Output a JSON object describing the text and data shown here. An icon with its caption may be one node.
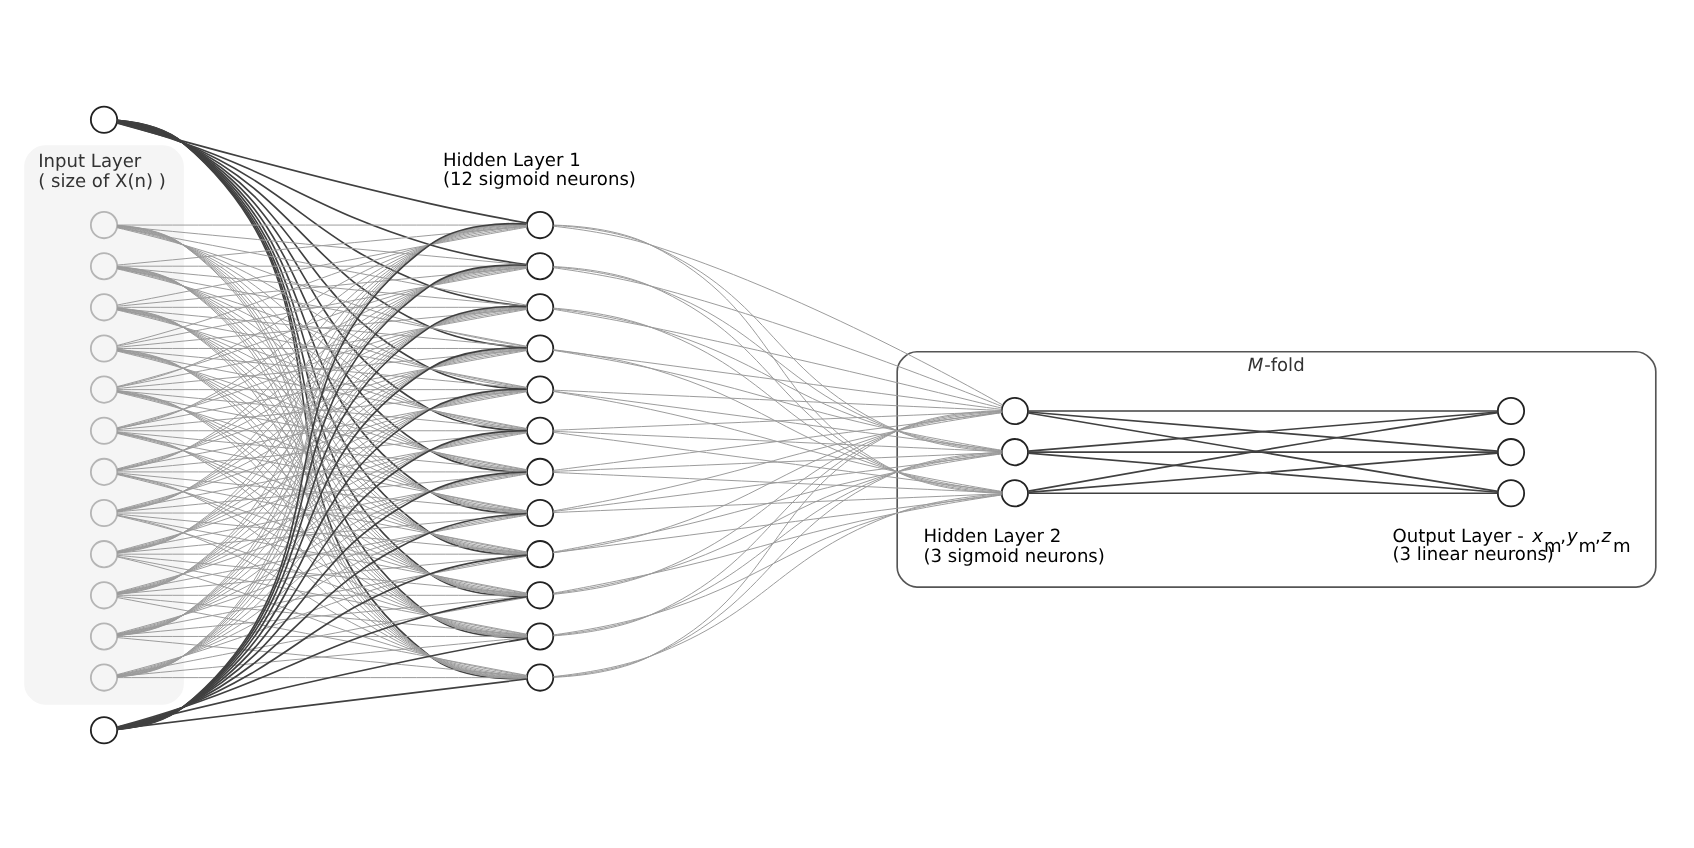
{
  "diagram": {
    "nodes": [
      {
        "text": [],
        "shape": "circle"
      },
      {
        "text": [
          "Input Layer ( size of X(n) )"
        ]
      },
      {
        "text": [],
        "shape": "circle",
        "in": 1
      },
      {
        "text": [],
        "shape": "circle",
        "in": 1
      },
      {
        "text": [],
        "shape": "circle",
        "in": 1
      },
      {
        "text": [],
        "shape": "circle",
        "in": 1
      },
      {
        "text": [],
        "shape": "circle",
        "in": 1
      },
      {
        "text": [],
        "shape": "circle",
        "in": 1
      },
      {
        "text": [],
        "shape": "circle",
        "in": 1
      },
      {
        "text": [],
        "shape": "circle",
        "in": 1
      },
      {
        "text": [],
        "shape": "circle",
        "in": 1
      },
      {
        "text": [],
        "shape": "circle",
        "in": 1
      },
      {
        "text": [],
        "shape": "circle",
        "in": 1
      },
      {
        "text": [],
        "shape": "circle",
        "in": 1
      },
      {
        "text": [],
        "shape": "circle"
      },
      {
        "text": [],
        "shape": "circle"
      },
      {
        "text": [],
        "shape": "circle"
      },
      {
        "text": [],
        "shape": "circle"
      },
      {
        "text": [],
        "shape": "circle"
      },
      {
        "text": [],
        "shape": "circle"
      },
      {
        "text": [],
        "shape": "circle"
      },
      {
        "text": [],
        "shape": "circle"
      },
      {
        "text": [],
        "shape": "circle"
      },
      {
        "text": [],
        "shape": "circle"
      },
      {
        "text": [],
        "shape": "circle"
      },
      {
        "text": [],
        "shape": "circle"
      },
      {
        "text": [],
        "shape": "circle"
      },
      {
        "text": [
          "*M*-fold"
        ]
      },
      {
        "text": [],
        "shape": "circle",
        "in": 27
      },
      {
        "text": [],
        "shape": "circle",
        "in": 27
      },
      {
        "text": [],
        "shape": "circle",
        "in": 27
      },
      {
        "text": [],
        "shape": "circle",
        "in": 27
      },
      {
        "text": [],
        "shape": "circle",
        "in": 27
      },
      {
        "text": [],
        "shape": "circle",
        "in": 27
      }
    ],
    "edges": [
      {
        "from": 0,
        "to": 15,
        "arrow": "none",
        "color": "#404040"
      },
      {
        "from": 0,
        "to": 16,
        "arrow": "none",
        "color": "#404040"
      },
      {
        "from": 0,
        "to": 17,
        "arrow": "none",
        "color": "#404040"
      },
      {
        "from": 0,
        "to": 18,
        "arrow": "none",
        "color": "#404040"
      },
      {
        "from": 0,
        "to": 19,
        "arrow": "none",
        "color": "#404040"
      },
      {
        "from": 0,
        "to": 20,
        "arrow": "none",
        "color": "#404040"
      },
      {
        "from": 0,
        "to": 21,
        "arrow": "none",
        "color": "#404040"
      },
      {
        "from": 0,
        "to": 22,
        "arrow": "none",
        "color": "#404040"
      },
      {
        "from": 0,
        "to": 23,
        "arrow": "none",
        "color": "#404040"
      },
      {
        "from": 0,
        "to": 24,
        "arrow": "none",
        "color": "#404040"
      },
      {
        "from": 0,
        "to": 25,
        "arrow": "none",
        "color": "#404040"
      },
      {
        "from": 0,
        "to": 26,
        "arrow": "none",
        "color": "#404040"
      },
      {
        "from": 2,
        "to": 15,
        "arrow": "none"
      },
      {
        "from": 2,
        "to": 16,
        "arrow": "none"
      },
      {
        "from": 2,
        "to": 17,
        "arrow": "none"
      },
      {
        "from": 2,
        "to": 18,
        "arrow": "none"
      },
      {
        "from": 2,
        "to": 19,
        "arrow": "none"
      },
      {
        "from": 2,
        "to": 20,
        "arrow": "none"
      },
      {
        "from": 2,
        "to": 21,
        "arrow": "none"
      },
      {
        "from": 2,
        "to": 22,
        "arrow": "none"
      },
      {
        "from": 2,
        "to": 23,
        "arrow": "none"
      },
      {
        "from": 2,
        "to": 24,
        "arrow": "none"
      },
      {
        "from": 2,
        "to": 25,
        "arrow": "none"
      },
      {
        "from": 2,
        "to": 26,
        "arrow": "none"
      },
      {
        "from": 3,
        "to": 15,
        "arrow": "none"
      },
      {
        "from": 3,
        "to": 16,
        "arrow": "none"
      },
      {
        "from": 3,
        "to": 17,
        "arrow": "none"
      },
      {
        "from": 3,
        "to": 18,
        "arrow": "none"
      },
      {
        "from": 3,
        "to": 19,
        "arrow": "none"
      },
      {
        "from": 3,
        "to": 20,
        "arrow": "none"
      },
      {
        "from": 3,
        "to": 21,
        "arrow": "none"
      },
      {
        "from": 3,
        "to": 22,
        "arrow": "none"
      },
      {
        "from": 3,
        "to": 23,
        "arrow": "none"
      },
      {
        "from": 3,
        "to": 24,
        "arrow": "none"
      },
      {
        "from": 3,
        "to": 25,
        "arrow": "none"
      },
      {
        "from": 3,
        "to": 26,
        "arrow": "none"
      },
      {
        "from": 4,
        "to": 15,
        "arrow": "none"
      },
      {
        "from": 4,
        "to": 16,
        "arrow": "none"
      },
      {
        "from": 4,
        "to": 17,
        "arrow": "none"
      },
      {
        "from": 4,
        "to": 18,
        "arrow": "none"
      },
      {
        "from": 4,
        "to": 19,
        "arrow": "none"
      },
      {
        "from": 4,
        "to": 20,
        "arrow": "none"
      },
      {
        "from": 4,
        "to": 21,
        "arrow": "none"
      },
      {
        "from": 4,
        "to": 22,
        "arrow": "none"
      },
      {
        "from": 4,
        "to": 23,
        "arrow": "none"
      },
      {
        "from": 4,
        "to": 24,
        "arrow": "none"
      },
      {
        "from": 4,
        "to": 25,
        "arrow": "none"
      },
      {
        "from": 4,
        "to": 26,
        "arrow": "none"
      },
      {
        "from": 5,
        "to": 15,
        "arrow": "none"
      },
      {
        "from": 5,
        "to": 16,
        "arrow": "none"
      },
      {
        "from": 5,
        "to": 17,
        "arrow": "none"
      },
      {
        "from": 5,
        "to": 18,
        "arrow": "none"
      },
      {
        "from": 5,
        "to": 19,
        "arrow": "none"
      },
      {
        "from": 5,
        "to": 20,
        "arrow": "none"
      },
      {
        "from": 5,
        "to": 21,
        "arrow": "none"
      },
      {
        "from": 5,
        "to": 22,
        "arrow": "none"
      },
      {
        "from": 5,
        "to": 23,
        "arrow": "none"
      },
      {
        "from": 5,
        "to": 24,
        "arrow": "none"
      },
      {
        "from": 5,
        "to": 25,
        "arrow": "none"
      },
      {
        "from": 5,
        "to": 26,
        "arrow": "none"
      },
      {
        "from": 6,
        "to": 15,
        "arrow": "none"
      },
      {
        "from": 6,
        "to": 16,
        "arrow": "none"
      },
      {
        "from": 6,
        "to": 17,
        "arrow": "none"
      },
      {
        "from": 6,
        "to": 18,
        "arrow": "none"
      },
      {
        "from": 6,
        "to": 19,
        "arrow": "none"
      },
      {
        "from": 6,
        "to": 20,
        "arrow": "none"
      },
      {
        "from": 6,
        "to": 21,
        "arrow": "none"
      },
      {
        "from": 6,
        "to": 22,
        "arrow": "none"
      },
      {
        "from": 6,
        "to": 23,
        "arrow": "none"
      },
      {
        "from": 6,
        "to": 24,
        "arrow": "none"
      },
      {
        "from": 6,
        "to": 25,
        "arrow": "none"
      },
      {
        "from": 6,
        "to": 26,
        "arrow": "none"
      },
      {
        "from": 7,
        "to": 15,
        "arrow": "none"
      },
      {
        "from": 7,
        "to": 16,
        "arrow": "none"
      },
      {
        "from": 7,
        "to": 17,
        "arrow": "none"
      },
      {
        "from": 7,
        "to": 18,
        "arrow": "none"
      },
      {
        "from": 7,
        "to": 19,
        "arrow": "none"
      },
      {
        "from": 7,
        "to": 20,
        "arrow": "none"
      },
      {
        "from": 7,
        "to": 21,
        "arrow": "none"
      },
      {
        "from": 7,
        "to": 22,
        "arrow": "none"
      },
      {
        "from": 7,
        "to": 23,
        "arrow": "none"
      },
      {
        "from": 7,
        "to": 24,
        "arrow": "none"
      },
      {
        "from": 7,
        "to": 25,
        "arrow": "none"
      },
      {
        "from": 7,
        "to": 26,
        "arrow": "none"
      },
      {
        "from": 8,
        "to": 15,
        "arrow": "none"
      },
      {
        "from": 8,
        "to": 16,
        "arrow": "none"
      },
      {
        "from": 8,
        "to": 17,
        "arrow": "none"
      },
      {
        "from": 8,
        "to": 18,
        "arrow": "none"
      },
      {
        "from": 8,
        "to": 19,
        "arrow": "none"
      },
      {
        "from": 8,
        "to": 20,
        "arrow": "none"
      },
      {
        "from": 8,
        "to": 21,
        "arrow": "none"
      },
      {
        "from": 8,
        "to": 22,
        "arrow": "none"
      },
      {
        "from": 8,
        "to": 23,
        "arrow": "none"
      },
      {
        "from": 8,
        "to": 24,
        "arrow": "none"
      },
      {
        "from": 8,
        "to": 25,
        "arrow": "none"
      },
      {
        "from": 8,
        "to": 26,
        "arrow": "none"
      },
      {
        "from": 9,
        "to": 15,
        "arrow": "none"
      },
      {
        "from": 9,
        "to": 16,
        "arrow": "none"
      },
      {
        "from": 9,
        "to": 17,
        "arrow": "none"
      },
      {
        "from": 9,
        "to": 18,
        "arrow": "none"
      },
      {
        "from": 9,
        "to": 19,
        "arrow": "none"
      },
      {
        "from": 9,
        "to": 20,
        "arrow": "none"
      },
      {
        "from": 9,
        "to": 21,
        "arrow": "none"
      },
      {
        "from": 9,
        "to": 22,
        "arrow": "none"
      },
      {
        "from": 9,
        "to": 23,
        "arrow": "none"
      },
      {
        "from": 9,
        "to": 24,
        "arrow": "none"
      },
      {
        "from": 9,
        "to": 25,
        "arrow": "none"
      },
      {
        "from": 9,
        "to": 26,
        "arrow": "none"
      },
      {
        "from": 10,
        "to": 15,
        "arrow": "none"
      },
      {
        "from": 10,
        "to": 16,
        "arrow": "none"
      },
      {
        "from": 10,
        "to": 17,
        "arrow": "none"
      },
      {
        "from": 10,
        "to": 18,
        "arrow": "none"
      },
      {
        "from": 10,
        "to": 19,
        "arrow": "none"
      },
      {
        "from": 10,
        "to": 20,
        "arrow": "none"
      },
      {
        "from": 10,
        "to": 21,
        "arrow": "none"
      },
      {
        "from": 10,
        "to": 22,
        "arrow": "none"
      },
      {
        "from": 10,
        "to": 23,
        "arrow": "none"
      },
      {
        "from": 10,
        "to": 24,
        "arrow": "none"
      },
      {
        "from": 10,
        "to": 25,
        "arrow": "none"
      },
      {
        "from": 10,
        "to": 26,
        "arrow": "none"
      },
      {
        "from": 11,
        "to": 15,
        "arrow": "none"
      },
      {
        "from": 11,
        "to": 16,
        "arrow": "none"
      },
      {
        "from": 11,
        "to": 17,
        "arrow": "none"
      },
      {
        "from": 11,
        "to": 18,
        "arrow": "none"
      },
      {
        "from": 11,
        "to": 19,
        "arrow": "none"
      },
      {
        "from": 11,
        "to": 20,
        "arrow": "none"
      },
      {
        "from": 11,
        "to": 21,
        "arrow": "none"
      },
      {
        "from": 11,
        "to": 22,
        "arrow": "none"
      },
      {
        "from": 11,
        "to": 23,
        "arrow": "none"
      },
      {
        "from": 11,
        "to": 24,
        "arrow": "none"
      },
      {
        "from": 11,
        "to": 25,
        "arrow": "none"
      },
      {
        "from": 11,
        "to": 26,
        "arrow": "none"
      },
      {
        "from": 12,
        "to": 15,
        "arrow": "none"
      },
      {
        "from": 12,
        "to": 16,
        "arrow": "none"
      },
      {
        "from": 12,
        "to": 17,
        "arrow": "none"
      },
      {
        "from": 12,
        "to": 18,
        "arrow": "none"
      },
      {
        "from": 12,
        "to": 19,
        "arrow": "none"
      },
      {
        "from": 12,
        "to": 20,
        "arrow": "none"
      },
      {
        "from": 12,
        "to": 21,
        "arrow": "none"
      },
      {
        "from": 12,
        "to": 22,
        "arrow": "none"
      },
      {
        "from": 12,
        "to": 23,
        "arrow": "none"
      },
      {
        "from": 12,
        "to": 24,
        "arrow": "none"
      },
      {
        "from": 12,
        "to": 25,
        "arrow": "none"
      },
      {
        "from": 12,
        "to": 26,
        "arrow": "none"
      },
      {
        "from": 13,
        "to": 15,
        "arrow": "none"
      },
      {
        "from": 13,
        "to": 16,
        "arrow": "none"
      },
      {
        "from": 13,
        "to": 17,
        "arrow": "none"
      },
      {
        "from": 13,
        "to": 18,
        "arrow": "none"
      },
      {
        "from": 13,
        "to": 19,
        "arrow": "none"
      },
      {
        "from": 13,
        "to": 20,
        "arrow": "none"
      },
      {
        "from": 13,
        "to": 21,
        "arrow": "none"
      },
      {
        "from": 13,
        "to": 22,
        "arrow": "none"
      },
      {
        "from": 13,
        "to": 23,
        "arrow": "none"
      },
      {
        "from": 13,
        "to": 24,
        "arrow": "none"
      },
      {
        "from": 13,
        "to": 25,
        "arrow": "none"
      },
      {
        "from": 13,
        "to": 26,
        "arrow": "none"
      },
      {
        "from": 14,
        "to": 15,
        "arrow": "none",
        "color": "#404040"
      },
      {
        "from": 14,
        "to": 16,
        "arrow": "none",
        "color": "#404040"
      },
      {
        "from": 14,
        "to": 17,
        "arrow": "none",
        "color": "#404040"
      },
      {
        "from": 14,
        "to": 18,
        "arrow": "none",
        "color": "#404040"
      },
      {
        "from": 14,
        "to": 19,
        "arrow": "none",
        "color": "#404040"
      },
      {
        "from": 14,
        "to": 20,
        "arrow": "none",
        "color": "#404040"
      },
      {
        "from": 14,
        "to": 21,
        "arrow": "none",
        "color": "#404040"
      },
      {
        "from": 14,
        "to": 22,
        "arrow": "none",
        "color": "#404040"
      },
      {
        "from": 14,
        "to": 23,
        "arrow": "none",
        "color": "#404040"
      },
      {
        "from": 14,
        "to": 24,
        "arrow": "none",
        "color": "#404040"
      },
      {
        "from": 14,
        "to": 25,
        "arrow": "none",
        "color": "#404040"
      },
      {
        "from": 14,
        "to": 26,
        "arrow": "none",
        "color": "#404040"
      },
      {
        "from": 15,
        "to": 28,
        "arrow": "none"
      },
      {
        "from": 15,
        "to": 29,
        "arrow": "none"
      },
      {
        "from": 15,
        "to": 30,
        "arrow": "none"
      },
      {
        "from": 16,
        "to": 28,
        "arrow": "none"
      },
      {
        "from": 16,
        "to": 29,
        "arrow": "none"
      },
      {
        "from": 16,
        "to": 30,
        "arrow": "none"
      },
      {
        "from": 17,
        "to": 28,
        "arrow": "none"
      },
      {
        "from": 17,
        "to": 29,
        "arrow": "none"
      },
      {
        "from": 17,
        "to": 30,
        "arrow": "none"
      },
      {
        "from": 18,
        "to": 28,
        "arrow": "none"
      },
      {
        "from": 18,
        "to": 29,
        "arrow": "none"
      },
      {
        "from": 18,
        "to": 30,
        "arrow": "none"
      },
      {
        "from": 19,
        "to": 28,
        "arrow": "none"
      },
      {
        "from": 19,
        "to": 29,
        "arrow": "none"
      },
      {
        "from": 19,
        "to": 30,
        "arrow": "none"
      },
      {
        "from": 20,
        "to": 28,
        "arrow": "none"
      },
      {
        "from": 20,
        "to": 29,
        "arrow": "none"
      },
      {
        "from": 20,
        "to": 30,
        "arrow": "none"
      },
      {
        "from": 21,
        "to": 28,
        "arrow": "none"
      },
      {
        "from": 21,
        "to": 29,
        "arrow": "none"
      },
      {
        "from": 21,
        "to": 30,
        "arrow": "none"
      },
      {
        "from": 22,
        "to": 28,
        "arrow": "none"
      },
      {
        "from": 22,
        "to": 29,
        "arrow": "none"
      },
      {
        "from": 22,
        "to": 30,
        "arrow": "none"
      },
      {
        "from": 23,
        "to": 28,
        "arrow": "none"
      },
      {
        "from": 23,
        "to": 29,
        "arrow": "none"
      },
      {
        "from": 23,
        "to": 30,
        "arrow": "none"
      },
      {
        "from": 24,
        "to": 28,
        "arrow": "none"
      },
      {
        "from": 24,
        "to": 29,
        "arrow": "none"
      },
      {
        "from": 24,
        "to": 30,
        "arrow": "none"
      },
      {
        "from": 25,
        "to": 28,
        "arrow": "none"
      },
      {
        "from": 25,
        "to": 29,
        "arrow": "none"
      },
      {
        "from": 25,
        "to": 30,
        "arrow": "none"
      },
      {
        "from": 26,
        "to": 28,
        "arrow": "none"
      },
      {
        "from": 26,
        "to": 29,
        "arrow": "none"
      },
      {
        "from": 26,
        "to": 30,
        "arrow": "none"
      },
      {
        "from": 28,
        "to": 31,
        "arrow": "none",
        "color": "#404040"
      },
      {
        "from": 28,
        "to": 32,
        "arrow": "none",
        "color": "#404040"
      },
      {
        "from": 28,
        "to": 33,
        "arrow": "none",
        "color": "#404040"
      },
      {
        "from": 29,
        "to": 31,
        "arrow": "none",
        "color": "#404040"
      },
      {
        "from": 29,
        "to": 32,
        "arrow": "none",
        "color": "#404040"
      },
      {
        "from": 29,
        "to": 33,
        "arrow": "none",
        "color": "#404040"
      },
      {
        "from": 30,
        "to": 31,
        "arrow": "none",
        "color": "#404040"
      },
      {
        "from": 30,
        "to": 32,
        "arrow": "none",
        "color": "#404040"
      },
      {
        "from": 30,
        "to": 33,
        "arrow": "none",
        "color": "#404040"
      }
    ],
    "labels": [
      "Hidden Layer 1 (12 sigmoid neurons)",
      "Hidden Layer 2 (3 sigmoid neurons)",
      "Output Layer - *x*$_{m}$,*y*$_{m}$,*z*$_{m}$ (3 linear neurons)"
    ]
  }
}
